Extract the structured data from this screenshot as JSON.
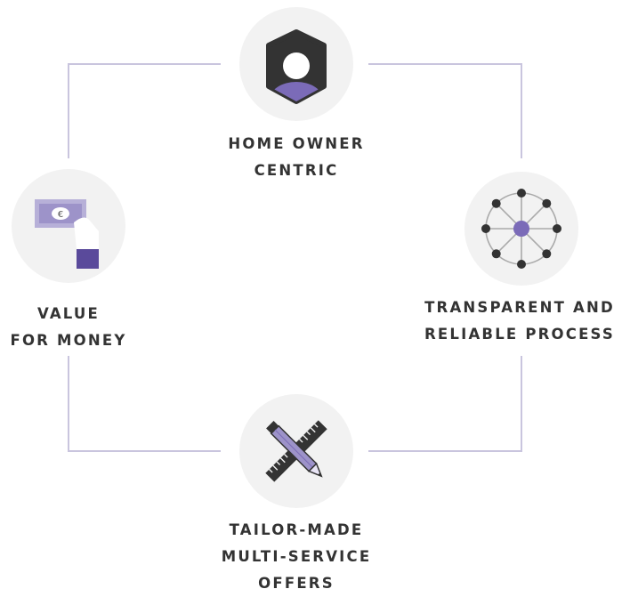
{
  "diagram": {
    "line_color": "#c9c5de",
    "accent_color": "#7b6bb8",
    "nodes": {
      "home_owner": {
        "label_lines": [
          "HOME OWNER",
          "CENTRIC"
        ],
        "icon": "person-icon"
      },
      "value": {
        "label_lines": [
          "VALUE",
          "FOR MONEY"
        ],
        "icon": "money-hand-icon"
      },
      "transparent": {
        "label_lines": [
          "TRANSPARENT AND",
          "RELIABLE PROCESS"
        ],
        "icon": "network-wheel-icon"
      },
      "tailor": {
        "label_lines": [
          "TAILOR-MADE",
          "MULTI-SERVICE",
          "OFFERS"
        ],
        "icon": "pencil-ruler-icon"
      }
    }
  }
}
